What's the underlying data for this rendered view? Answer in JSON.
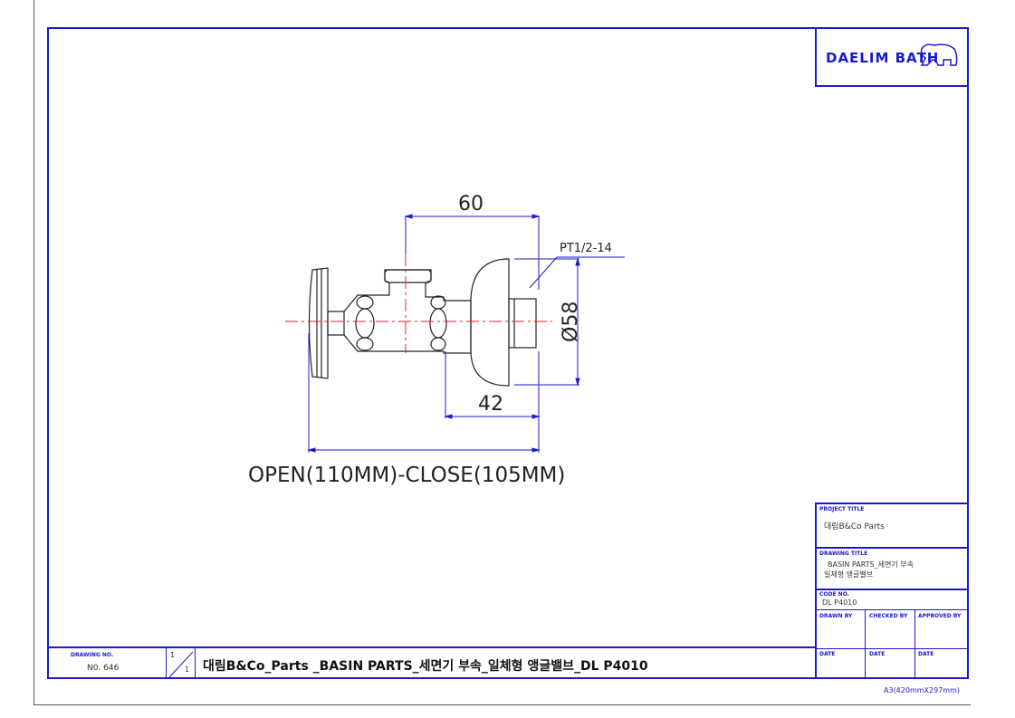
{
  "logo": {
    "text": "DAELIM BATH"
  },
  "drawing": {
    "dim_top": "60",
    "dim_bottom": "42",
    "dim_diameter": "Ø58",
    "thread_callout": "PT1/2-14",
    "length_note": "OPEN(110MM)-CLOSE(105MM)"
  },
  "title_block": {
    "project_title_label": "PROJECT TITLE",
    "project_title": "대림B&Co  Parts",
    "drawing_title_label": "DRAWING TITLE",
    "drawing_title_line1": "BASIN PARTS_세면기 부속",
    "drawing_title_line2": "일체형 앵글밸브",
    "code_label": "CODE NO.",
    "code": "DL P4010",
    "drawn_by": "DRAWN BY",
    "checked_by": "CHECKED BY",
    "approved_by": "APPROVED BY",
    "date1": "DATE",
    "date2": "DATE",
    "date3": "DATE"
  },
  "bottom_strip": {
    "drawing_no_label": "DRAWING NO.",
    "drawing_no": "N0. 646",
    "sheet_num": "1",
    "sheet_total": "1",
    "title": "대림B&Co_Parts _BASIN PARTS_세면기 부속_일체형 앵글밸브_DL P4010"
  },
  "paper_size": "A3(420mmX297mm)"
}
